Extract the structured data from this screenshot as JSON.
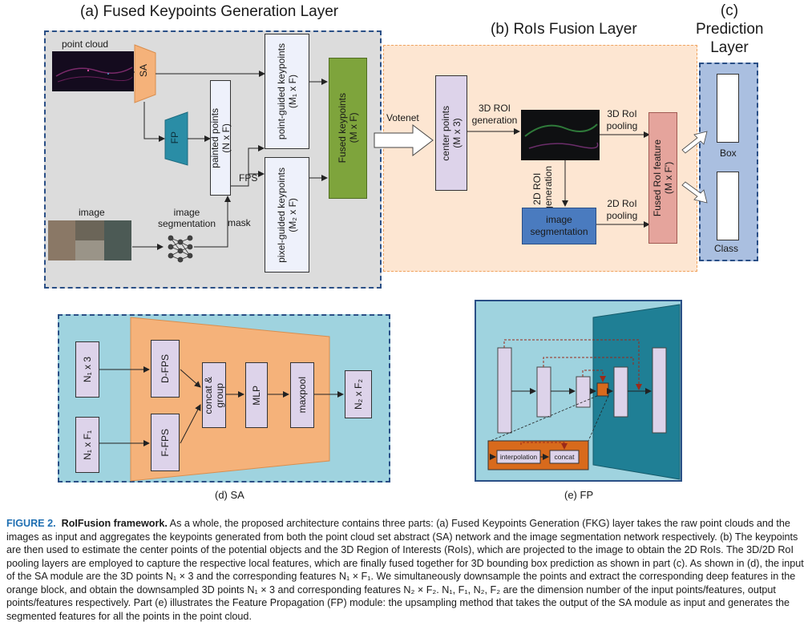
{
  "sections": {
    "a_title": "(a) Fused Keypoints Generation Layer",
    "b_title": "(b) RoIs Fusion Layer",
    "c_title_line1": "(c)",
    "c_title_line2": "Prediction",
    "c_title_line3": "Layer",
    "d_caption": "(d) SA",
    "e_caption": "(e) FP"
  },
  "fkg": {
    "point_cloud_label": "point cloud",
    "sa_label": "SA",
    "fp_label": "FP",
    "image_label": "image",
    "image_seg_line1": "image",
    "image_seg_line2": "segmentation",
    "mask_label": "mask",
    "painted_points_line1": "painted points",
    "painted_points_line2": "(N x F)",
    "fps_label": "FPS",
    "point_guided_line1": "point-guided keypoints",
    "point_guided_line2": "(M₁ x F)",
    "pixel_guided_line1": "pixel-guided keypoints",
    "pixel_guided_line2": "(M₂ x F)",
    "fused_kp_line1": "Fused keypoints",
    "fused_kp_line2": "(M x F)"
  },
  "rois": {
    "votenet_label": "Votenet",
    "center_points_line1": "center points",
    "center_points_line2": "(M x 3)",
    "roi3d_gen_line1": "3D ROI",
    "roi3d_gen_line2": "generation",
    "roi2d_gen_line1": "2D ROI",
    "roi2d_gen_line2": "generation",
    "roi3d_pool_line1": "3D RoI",
    "roi3d_pool_line2": "pooling",
    "roi2d_pool_line1": "2D RoI",
    "roi2d_pool_line2": "pooling",
    "img_seg_line1": "image",
    "img_seg_line2": "segmentation",
    "fused_roi_line1": "Fused RoI feature",
    "fused_roi_line2": "(M x F')"
  },
  "prediction": {
    "box_label": "Box",
    "class_label": "Class"
  },
  "sa_module": {
    "n1x3": "N₁ x 3",
    "n1xf1": "N₁ x F₁",
    "d_fps": "D-FPS",
    "f_fps": "F-FPS",
    "concat_group_line1": "concat &",
    "concat_group_line2": "group",
    "mlp": "MLP",
    "maxpool": "maxpool",
    "n2xf2": "N₂ x F₂"
  },
  "fp_module": {
    "interpolation": "interpolation",
    "concat": "concat"
  },
  "caption": {
    "figure_label": "FIGURE 2.",
    "title": "RoIFusion framework.",
    "body": "As a whole, the proposed architecture contains three parts: (a) Fused Keypoints Generation (FKG) layer takes the raw point clouds and the images as input and aggregates the keypoints generated from both the point cloud set abstract (SA) network and the image segmentation network respectively. (b) The keypoints are then used to estimate the center points of the potential objects and the 3D Region of Interests (RoIs), which are projected to the image to obtain the 2D RoIs. The 3D/2D RoI pooling layers are employed to capture the respective local features, which are finally fused together for 3D bounding box prediction as shown in part (c). As shown in (d), the input of the SA module are the 3D points N₁ × 3 and the corresponding features N₁ × F₁. We simultaneously downsample the points and extract the corresponding deep features in the orange block, and obtain the downsampled 3D points N₁ × 3 and corresponding features N₂ × F₂. N₁, F₁, N₂, F₂ are the dimension number of the input points/features, output points/features respectively. Part (e) illustrates the Feature Propagation (FP) module: the upsampling method that takes the output of the SA module as input and generates the segmented features for all the points in the point cloud."
  },
  "colors": {
    "gray_bg": "#dcdcdc",
    "orange_bg": "#fde6d2",
    "blue_bg": "#aabfe0",
    "teal_bg": "#9fd3df",
    "sa_orange": "#f5b27a",
    "fp_teal": "#2a8da6",
    "green": "#7ea43c",
    "roi_red": "#e5a49c",
    "seg_blue": "#4a7bbf",
    "lavender": "#ddd3ea",
    "fp_dark_teal": "#1f7f95",
    "interp_orange": "#d86a1c"
  }
}
